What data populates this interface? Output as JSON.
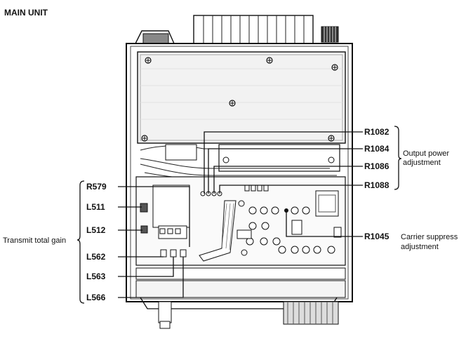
{
  "title": "MAIN UNIT",
  "labels": {
    "r1082": "R1082",
    "r1084": "R1084",
    "r1086": "R1086",
    "r1088": "R1088",
    "r1045": "R1045",
    "r579": "R579",
    "l511": "L511",
    "l512": "L512",
    "l562": "L562",
    "l563": "L563",
    "l566": "L566"
  },
  "groups": {
    "output_power_line1": "Output power",
    "output_power_line2": "adjustment",
    "carrier_suppress_line1": "Carrier suppress",
    "carrier_suppress_line2": "adjustment",
    "transmit_total_gain": "Transmit total gain"
  }
}
